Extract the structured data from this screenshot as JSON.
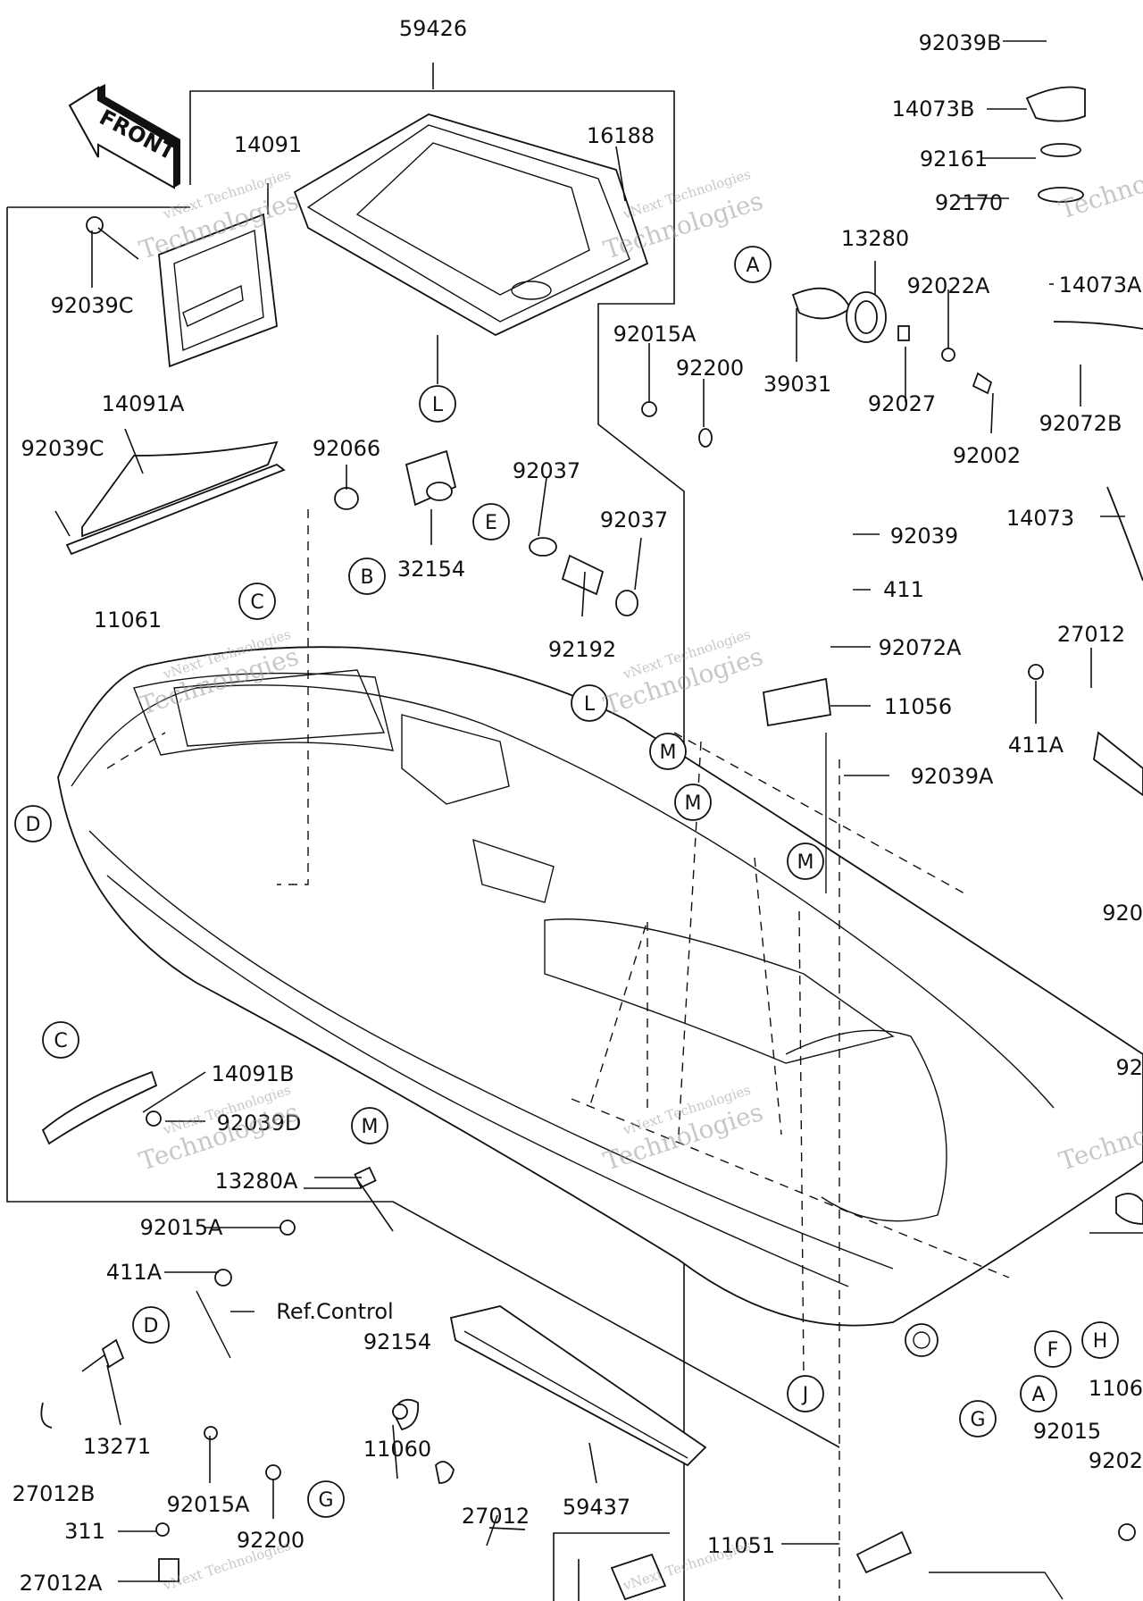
{
  "front_label": "FRONT",
  "part_numbers": [
    "59426",
    "14091",
    "16188",
    "92039C",
    "14091A",
    "92039C",
    "11061",
    "92066",
    "32154",
    "92037",
    "92037",
    "92192",
    "92015A",
    "92200",
    "39031",
    "13280",
    "92022A",
    "92027",
    "92002",
    "92039B",
    "14073B",
    "92161",
    "92170",
    "14073A",
    "92072B",
    "14073",
    "92039",
    "411",
    "92072A",
    "11056",
    "92039A",
    "27012",
    "411A",
    "14091B",
    "92039D",
    "13280A",
    "92015A",
    "411A",
    "Ref.Control",
    "92154",
    "13271",
    "27012B",
    "92015A",
    "92200",
    "311",
    "27012A",
    "11060",
    "27012",
    "59437",
    "11051",
    "92015",
    "1106",
    "920",
    "92",
    "9202"
  ],
  "callouts": [
    "L",
    "A",
    "E",
    "B",
    "C",
    "D",
    "L",
    "M",
    "M",
    "M",
    "C",
    "M",
    "D",
    "G",
    "J",
    "F",
    "H",
    "A",
    "G"
  ],
  "watermark": {
    "line1": "vNext Technologies",
    "line2": "Technologies"
  }
}
